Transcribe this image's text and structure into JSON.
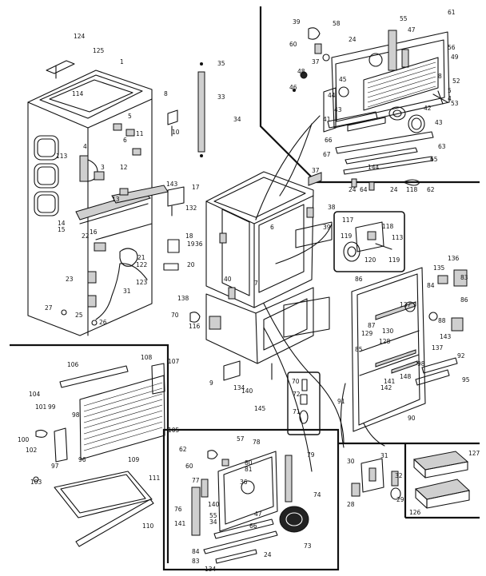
{
  "labels": {
    "main_cabinet": [
      "124",
      "125",
      "1",
      "114",
      "113",
      "3",
      "4",
      "5",
      "6",
      "8",
      "10",
      "11",
      "12",
      "13",
      "14",
      "15",
      "16",
      "17",
      "18",
      "19",
      "20",
      "21",
      "22",
      "23",
      "25",
      "26",
      "27",
      "31",
      "33",
      "34",
      "35",
      "122",
      "123",
      "132",
      "143"
    ],
    "center": [
      "36",
      "37",
      "38",
      "39",
      "40",
      "6",
      "7",
      "9",
      "70",
      "116",
      "138",
      "140",
      "145",
      "134"
    ],
    "top_right": [
      "39",
      "58",
      "60",
      "37",
      "24",
      "47",
      "55",
      "61",
      "56",
      "49",
      "52",
      "53",
      "42",
      "43",
      "48",
      "46",
      "45",
      "44",
      "41",
      "43",
      "66",
      "67",
      "63",
      "65",
      "64",
      "62",
      "24",
      "118",
      "144",
      "24",
      "8",
      "5",
      "4"
    ],
    "inset_box": [
      "117",
      "118",
      "119",
      "120",
      "113",
      "119"
    ],
    "door_right": [
      "86",
      "136",
      "135",
      "83",
      "84",
      "86",
      "137",
      "88",
      "87",
      "130",
      "129",
      "128",
      "137",
      "143",
      "98",
      "95",
      "92",
      "148",
      "141",
      "142",
      "91",
      "90",
      "85"
    ],
    "left_inset": [
      "106",
      "108",
      "107",
      "104",
      "101",
      "99",
      "98",
      "105",
      "100",
      "102",
      "97",
      "96",
      "109",
      "103",
      "111",
      "110"
    ],
    "bottom_center": [
      "57",
      "78",
      "62",
      "80",
      "81",
      "60",
      "36",
      "77",
      "76",
      "140",
      "141",
      "55",
      "34",
      "47",
      "74",
      "73",
      "79",
      "66",
      "84",
      "83",
      "134",
      "24"
    ],
    "small_inset": [
      "70",
      "72",
      "71"
    ],
    "bottom_right_a": [
      "30",
      "31",
      "32",
      "29",
      "28"
    ],
    "bottom_right_b": [
      "127",
      "126"
    ]
  }
}
